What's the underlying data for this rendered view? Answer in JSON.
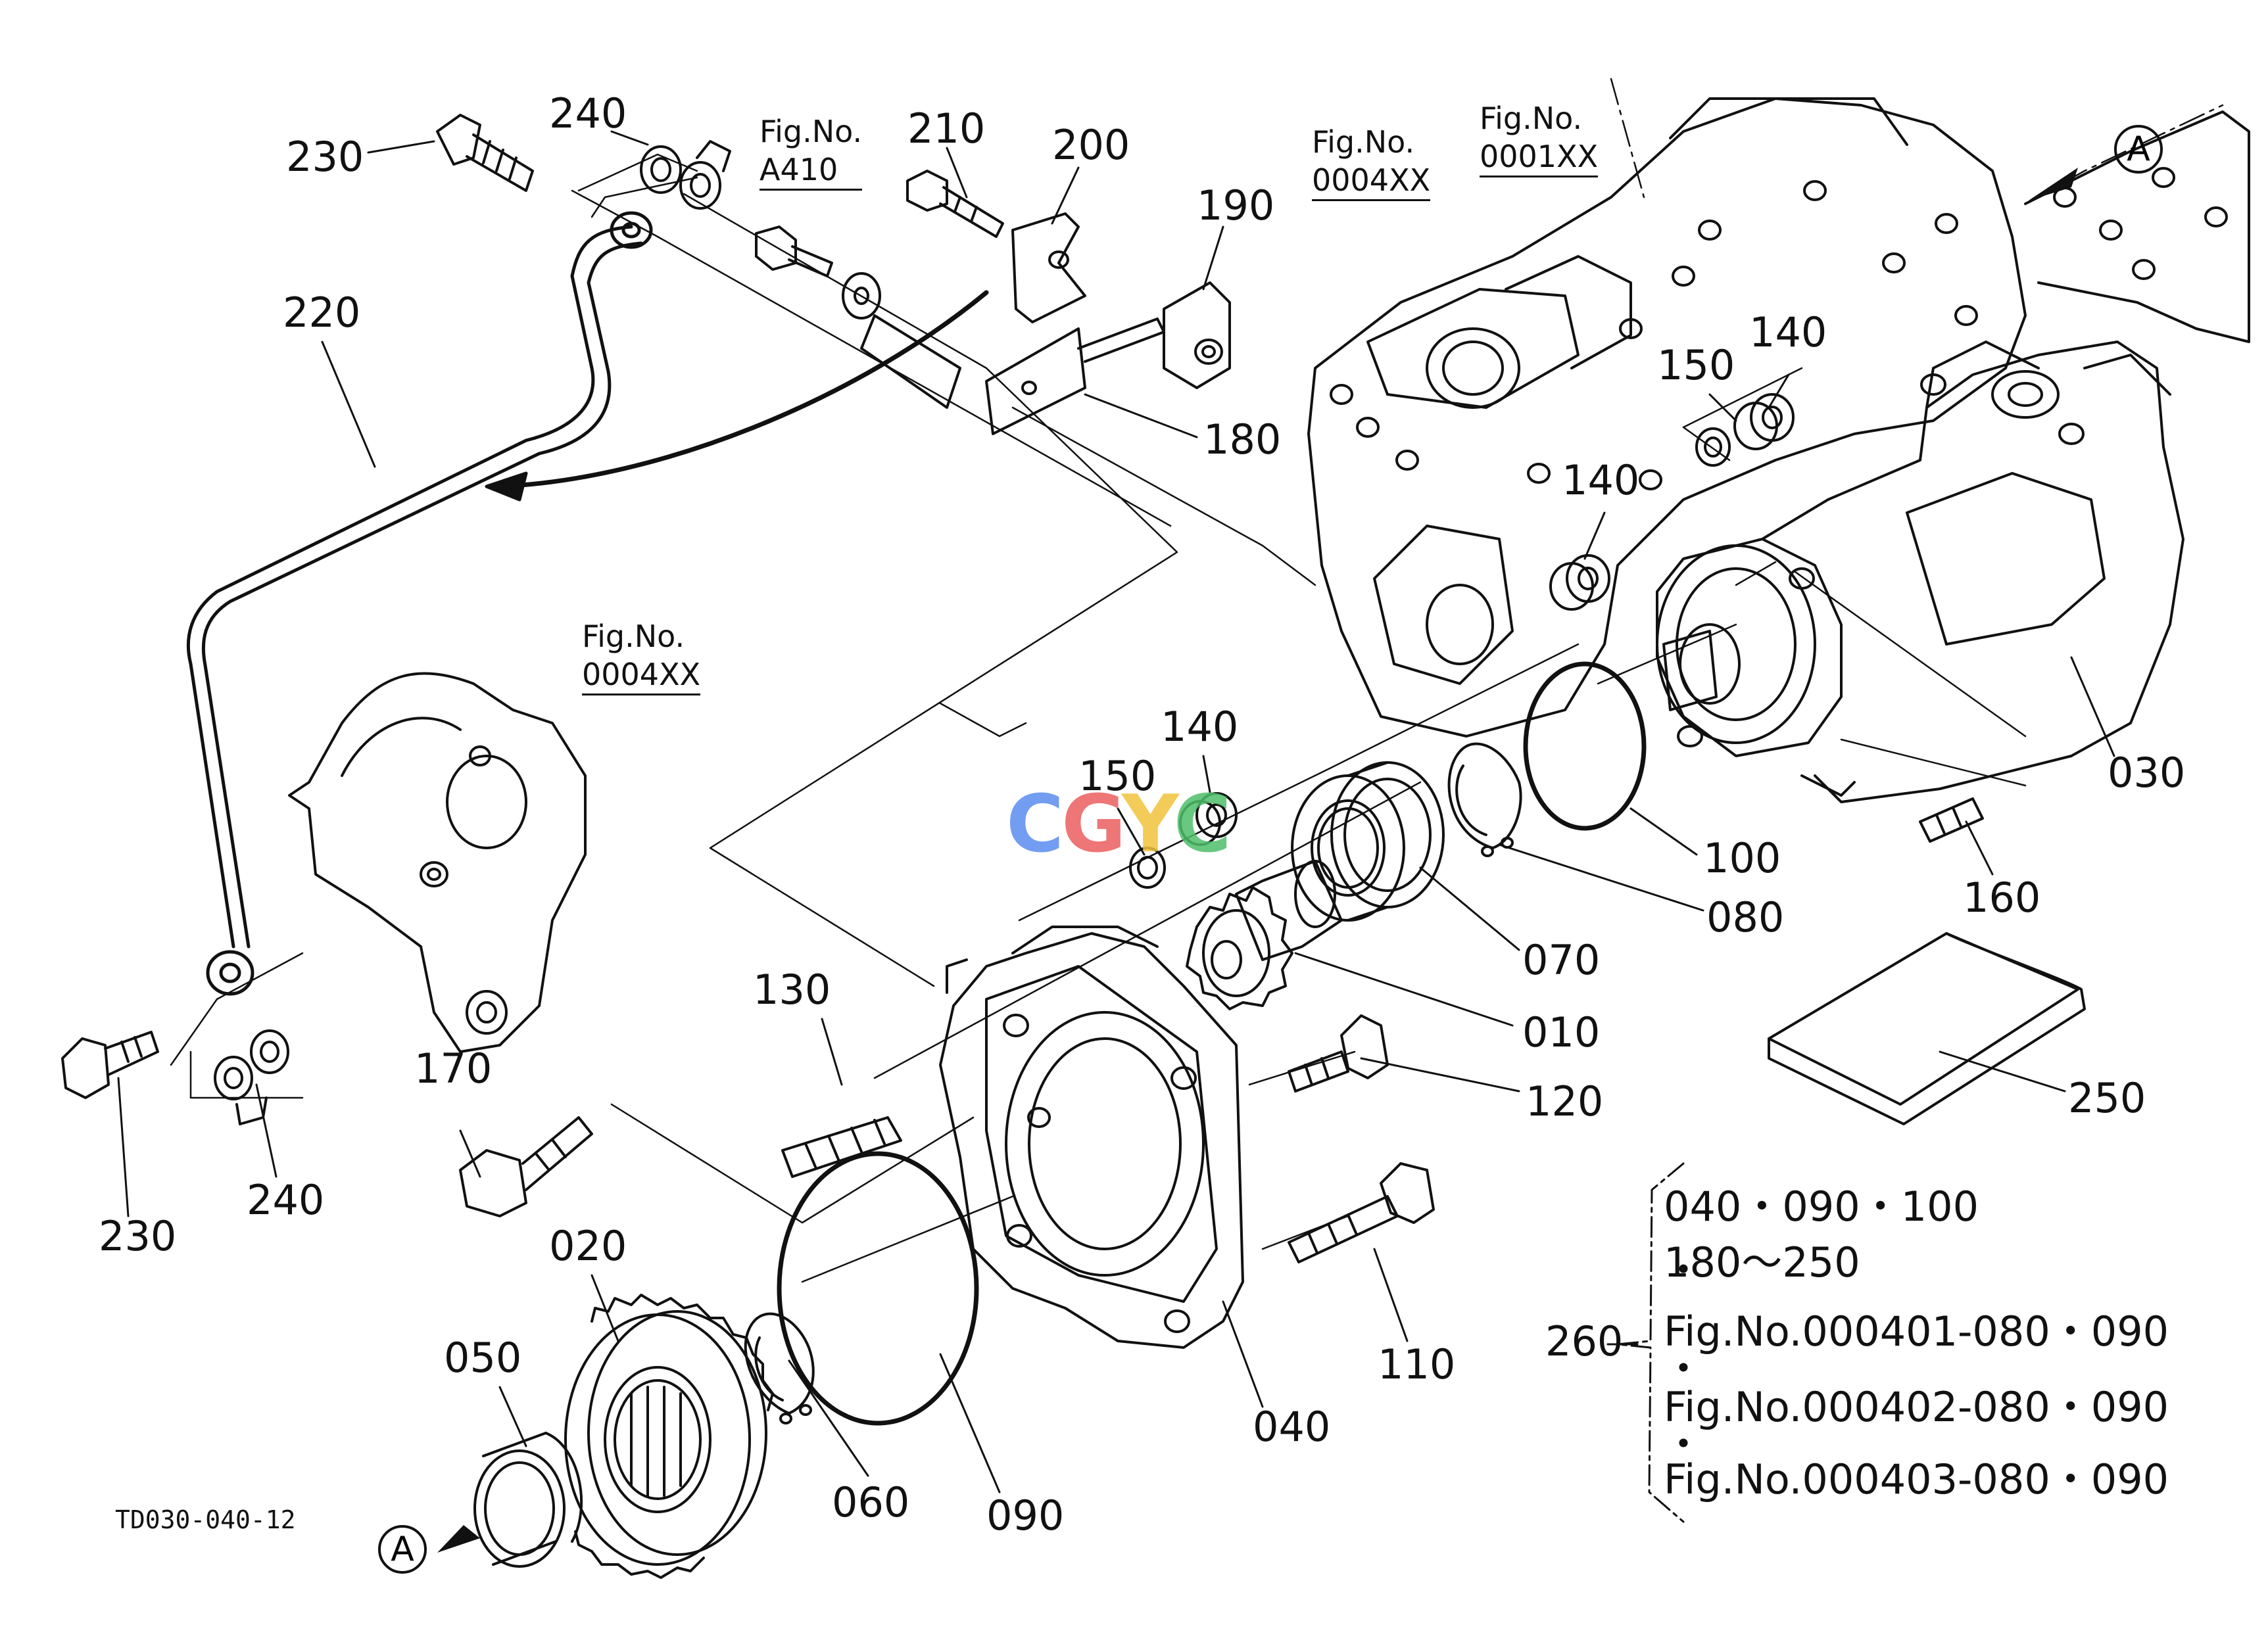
{
  "diagram": {
    "drawing_code": "TD030-040-12",
    "watermark": [
      "C",
      "G",
      "Y",
      "C"
    ],
    "section_mark": "A",
    "figure_refs": {
      "a410": [
        "Fig.No.",
        "A410"
      ],
      "fig0004_top": [
        "Fig.No.",
        "0004XX"
      ],
      "fig0001_top": [
        "Fig.No.",
        "0001XX"
      ],
      "fig0004_left": [
        "Fig.No.",
        "0004XX"
      ]
    },
    "part_labels": {
      "p230_top": "230",
      "p240_top": "240",
      "p220": "220",
      "p210": "210",
      "p200": "200",
      "p190": "190",
      "p180": "180",
      "p150_top": "150",
      "p140_top": "140",
      "p140_mid": "140",
      "p030": "030",
      "p160": "160",
      "p140_low": "140",
      "p150_low": "150",
      "p100": "100",
      "p080": "080",
      "p070": "070",
      "p010": "010",
      "p120": "120",
      "p130": "130",
      "p170": "170",
      "p230_bot": "230",
      "p240_bot": "240",
      "p020": "020",
      "p050": "050",
      "p060": "060",
      "p090": "090",
      "p040": "040",
      "p110": "110",
      "p250": "250",
      "p260": "260"
    },
    "kit_note": {
      "line1": "040・090・100",
      "line2": "180～250",
      "line3": "Fig.No.000401-080・090",
      "line4": "Fig.No.000402-080・090",
      "line5": "Fig.No.000403-080・090"
    }
  }
}
